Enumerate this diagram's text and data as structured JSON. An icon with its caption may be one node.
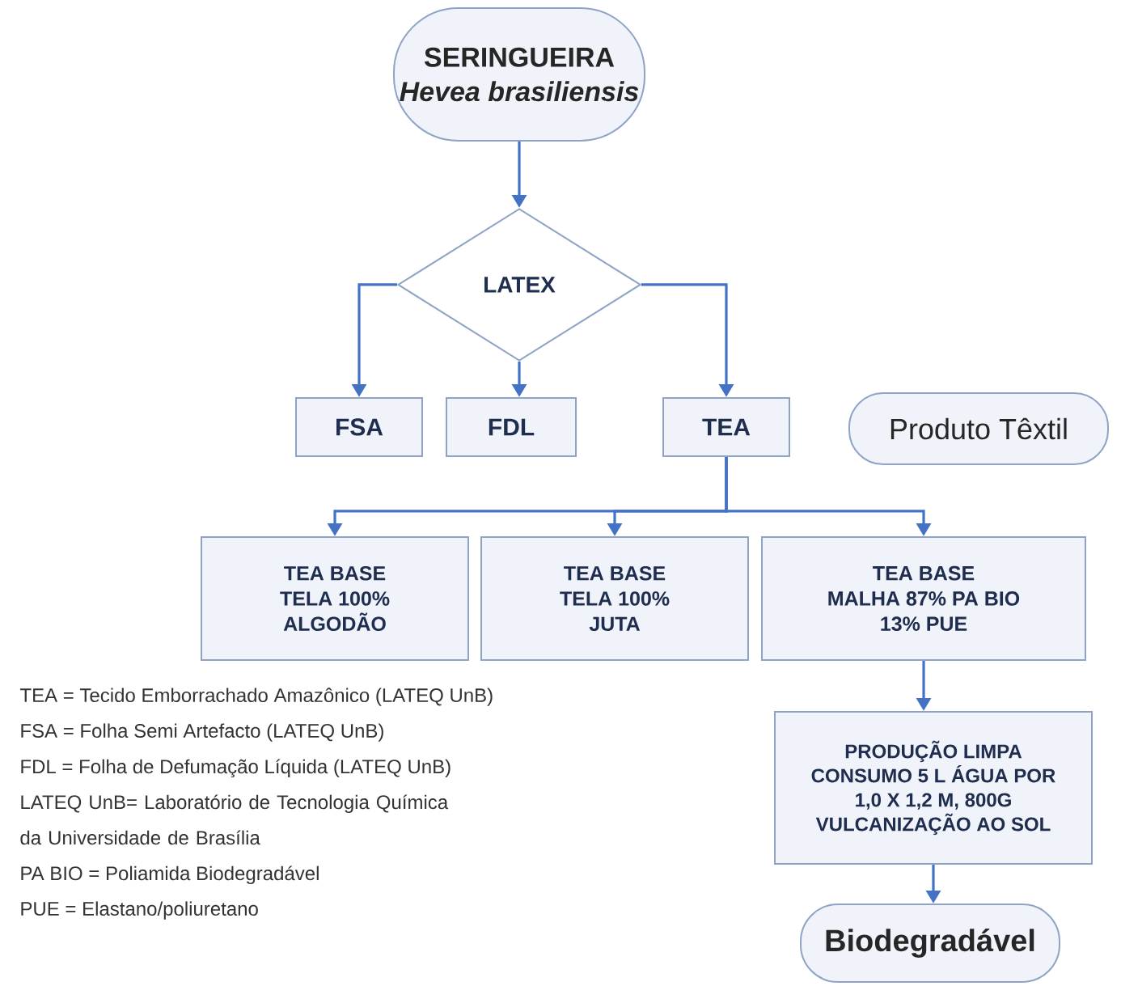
{
  "diagram": {
    "nodes": [
      {
        "text": [
          "SERINGUEIRA",
          "Hevea brasiliensis"
        ]
      },
      {
        "text": [
          "LATEX"
        ]
      },
      {
        "text": [
          "FSA"
        ]
      },
      {
        "text": [
          "FDL"
        ]
      },
      {
        "text": [
          "TEA"
        ]
      },
      {
        "text": [
          "Produto Têxtil"
        ]
      },
      {
        "text": [
          "TEA BASE",
          "TELA 100%",
          "ALGODÃO"
        ]
      },
      {
        "text": [
          "TEA BASE",
          "TELA 100%",
          "JUTA"
        ]
      },
      {
        "text": [
          "TEA BASE",
          "MALHA 87% PA BIO",
          "13% PUE"
        ]
      },
      {
        "text": [
          "PRODUÇÃO LIMPA",
          "CONSUMO 5 L ÁGUA POR",
          "1,0 X 1,2 M, 800G",
          "VULCANIZAÇÃO AO SOL"
        ]
      },
      {
        "text": [
          "Biodegradável"
        ]
      }
    ],
    "edges": [
      {
        "from": 0,
        "to": 1,
        "arrow": "to"
      },
      {
        "from": 1,
        "to": 2,
        "arrow": "to"
      },
      {
        "from": 1,
        "to": 3,
        "arrow": "to"
      },
      {
        "from": 1,
        "to": 4,
        "arrow": "to"
      },
      {
        "from": 4,
        "to": 6,
        "arrow": "to"
      },
      {
        "from": 4,
        "to": 7,
        "arrow": "to"
      },
      {
        "from": 4,
        "to": 8,
        "arrow": "to"
      },
      {
        "from": 8,
        "to": 9,
        "arrow": "to"
      },
      {
        "from": 9,
        "to": 10,
        "arrow": "to"
      }
    ],
    "labels": [
      "TEA = Tecido Emborrachado Amazônico (LATEQ UnB)",
      "FSA = Folha Semi Artefacto (LATEQ UnB)",
      "FDL = Folha de Defumação Líquida (LATEQ UnB)",
      "LATEQ UnB= Laboratório de Tecnologia Química da Universidade de Brasília",
      "PA BIO = Poliamida Biodegradável",
      "PUE = Elastano/poliuretano"
    ]
  }
}
